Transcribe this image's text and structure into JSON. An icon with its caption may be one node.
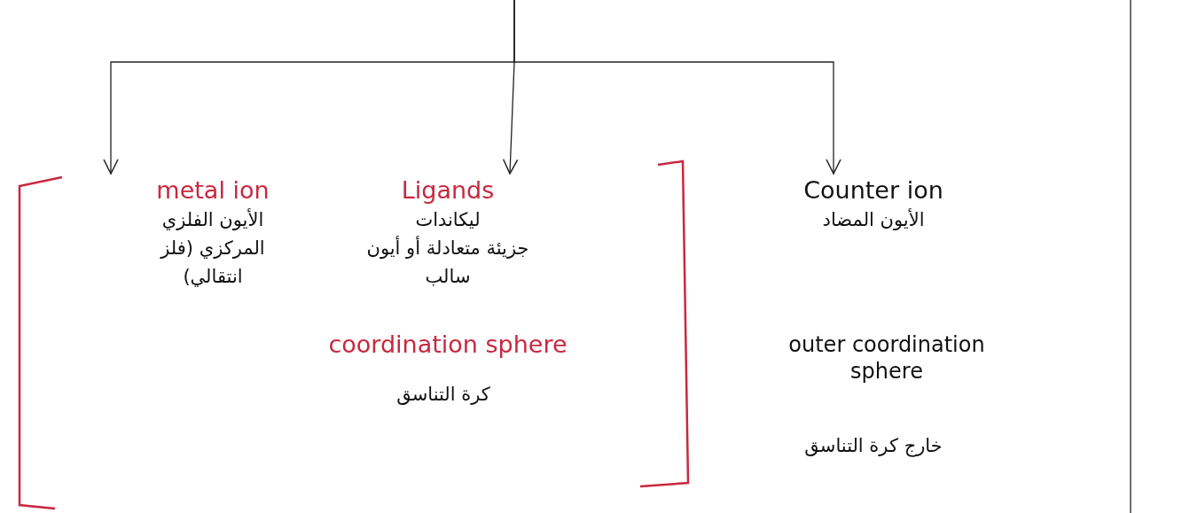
{
  "diagram": {
    "nodes": [
      {
        "text": [
          "metal ion",
          "الأيون الفلزي المركزي (فلز انتقالي)"
        ]
      },
      {
        "text": [
          "Ligands",
          "ليكاندات",
          "جزيئة متعادلة أو أيون سالب"
        ]
      },
      {
        "text": [
          "Counter ion",
          "الأيون المضاد"
        ]
      }
    ],
    "edges": [
      {
        "from": null,
        "to": 0,
        "arrow": "to"
      },
      {
        "from": null,
        "to": 1,
        "arrow": "to"
      },
      {
        "from": null,
        "to": 2,
        "arrow": "to"
      }
    ],
    "labels": [
      "coordination sphere",
      "كرة التناسق",
      "outer coordination sphere",
      "خارج كرة التناسق"
    ]
  }
}
